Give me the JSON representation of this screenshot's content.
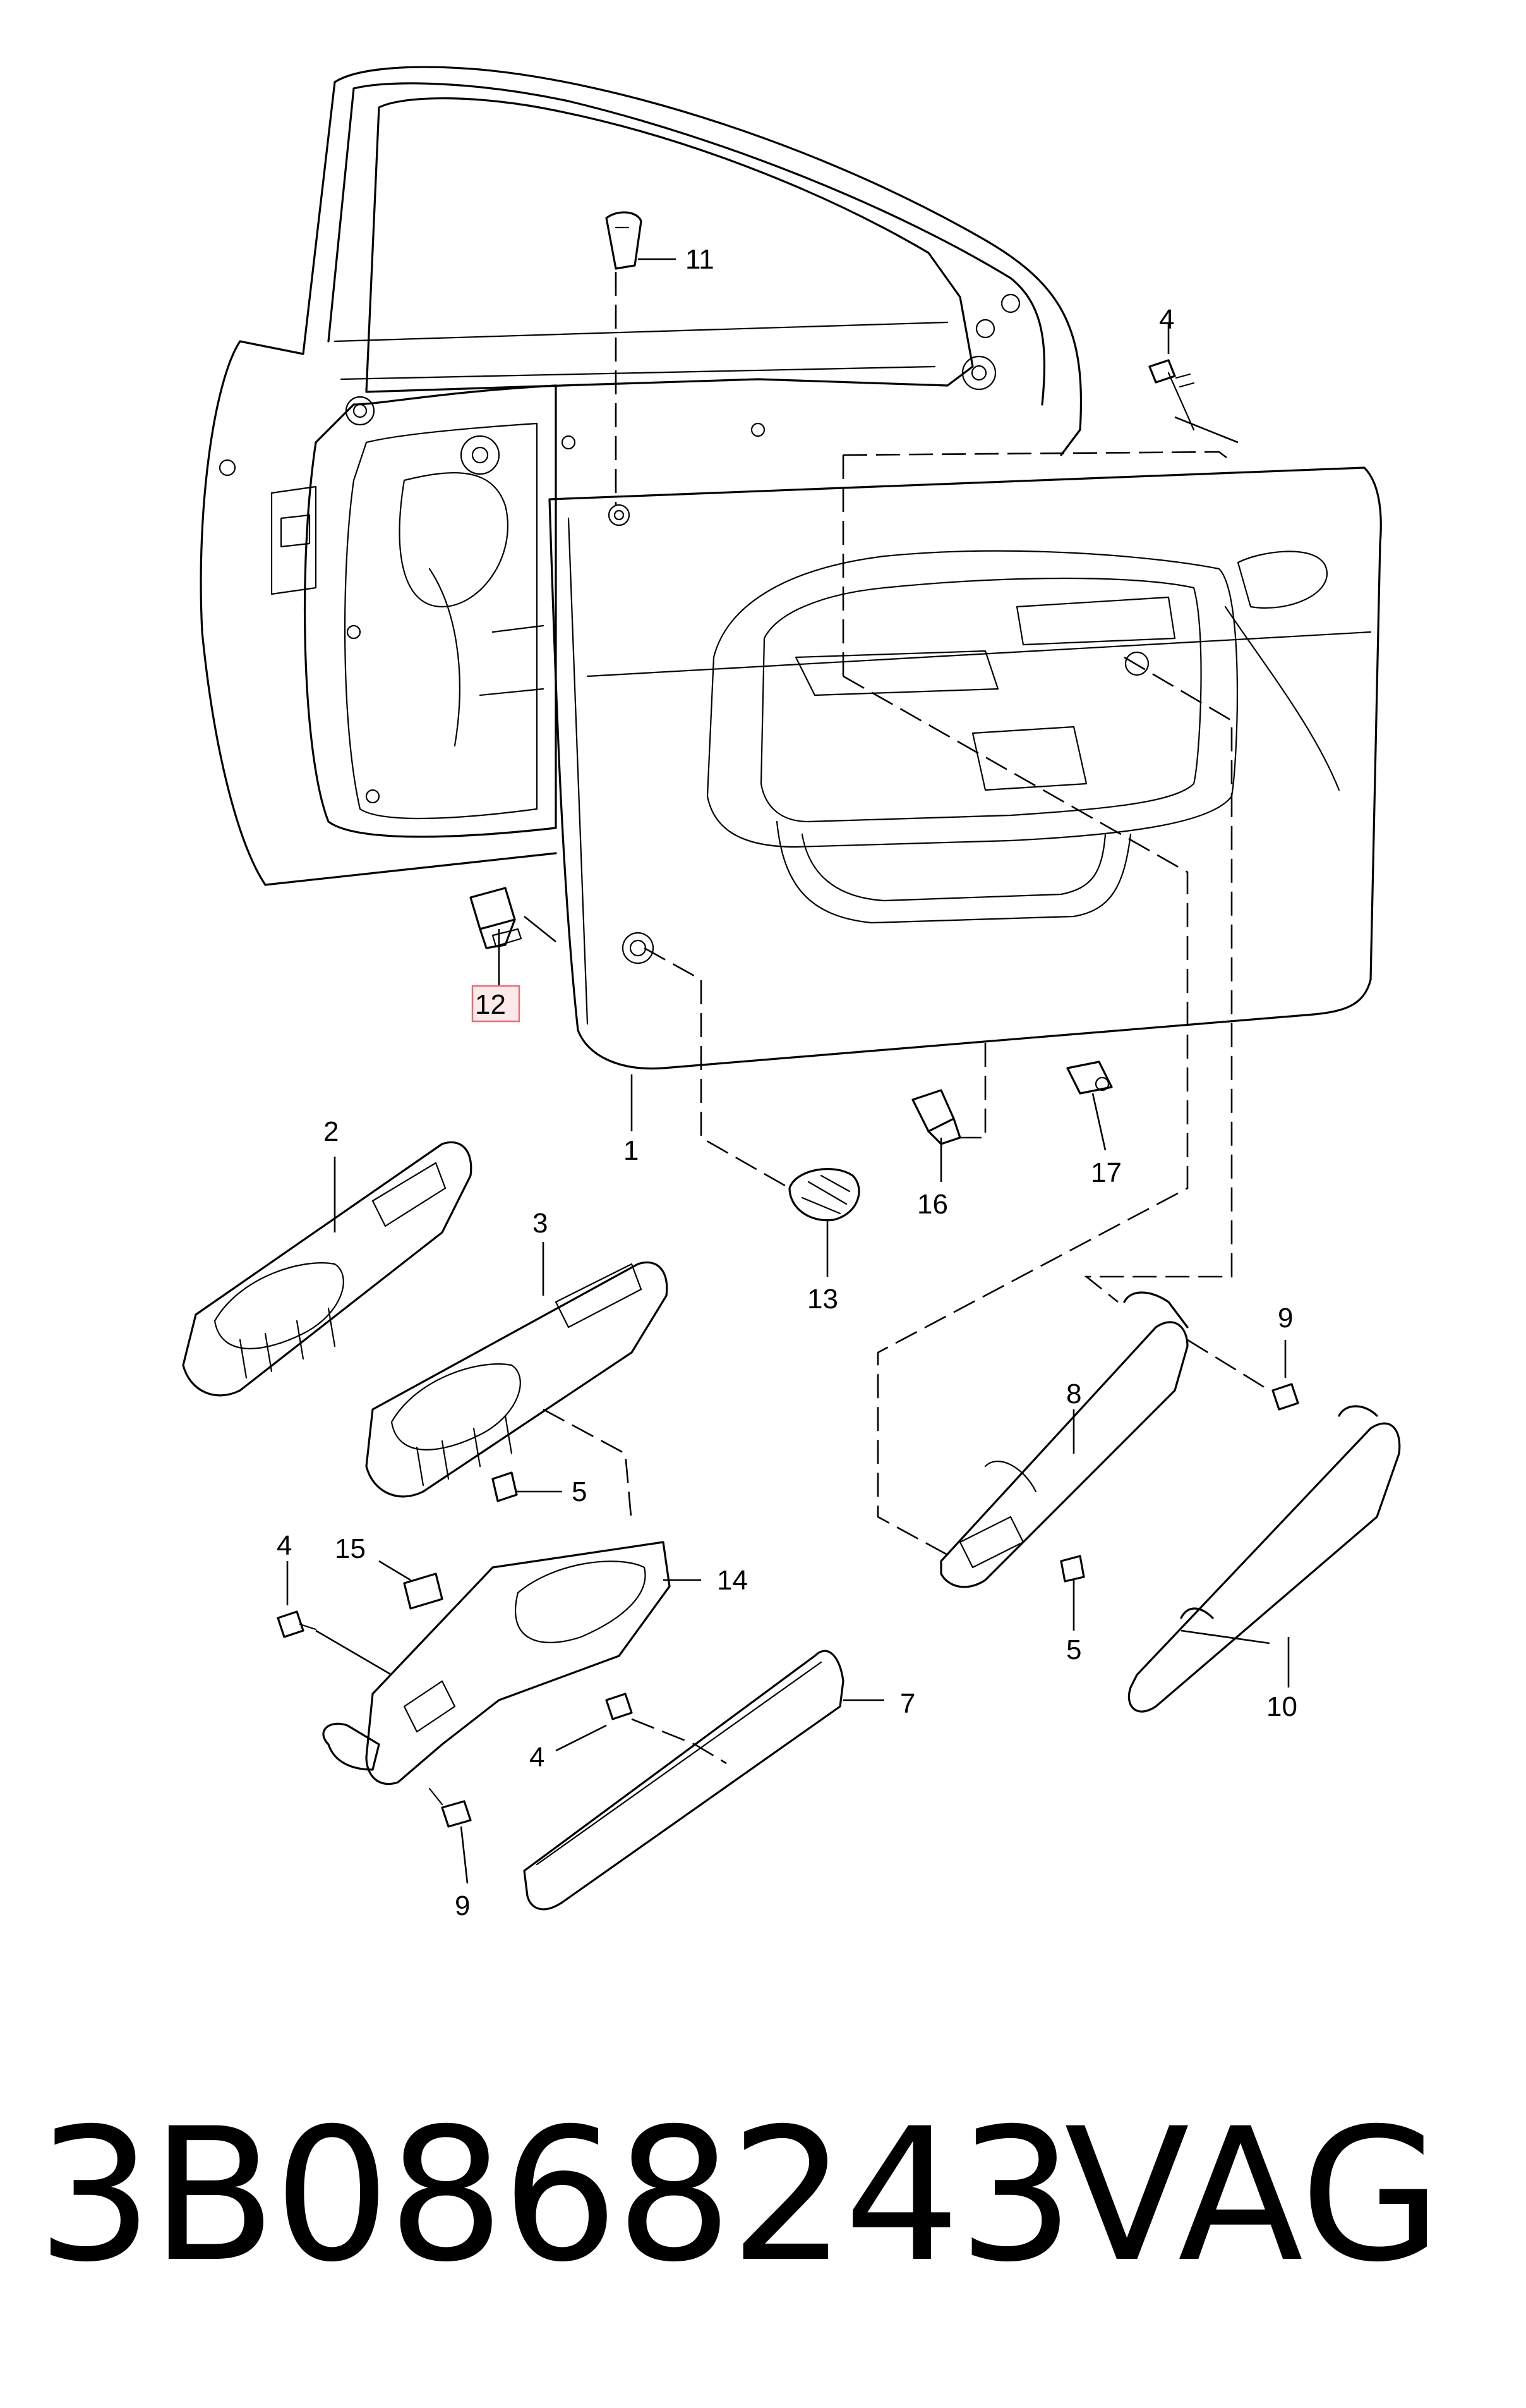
{
  "callouts": {
    "c1": "1",
    "c2": "2",
    "c3": "3",
    "c4a": "4",
    "c4b": "4",
    "c4c": "4",
    "c5a": "5",
    "c5b": "5",
    "c7": "7",
    "c8": "8",
    "c9a": "9",
    "c9b": "9",
    "c10": "10",
    "c11": "11",
    "c12": "12",
    "c13": "13",
    "c14": "14",
    "c15": "15",
    "c16": "16",
    "c17": "17"
  },
  "highlight": {
    "part": "12",
    "color": "#e0707a",
    "fill": "#fde8ea"
  },
  "footer": {
    "part_number": "3B0868243",
    "brand": "VAG"
  }
}
